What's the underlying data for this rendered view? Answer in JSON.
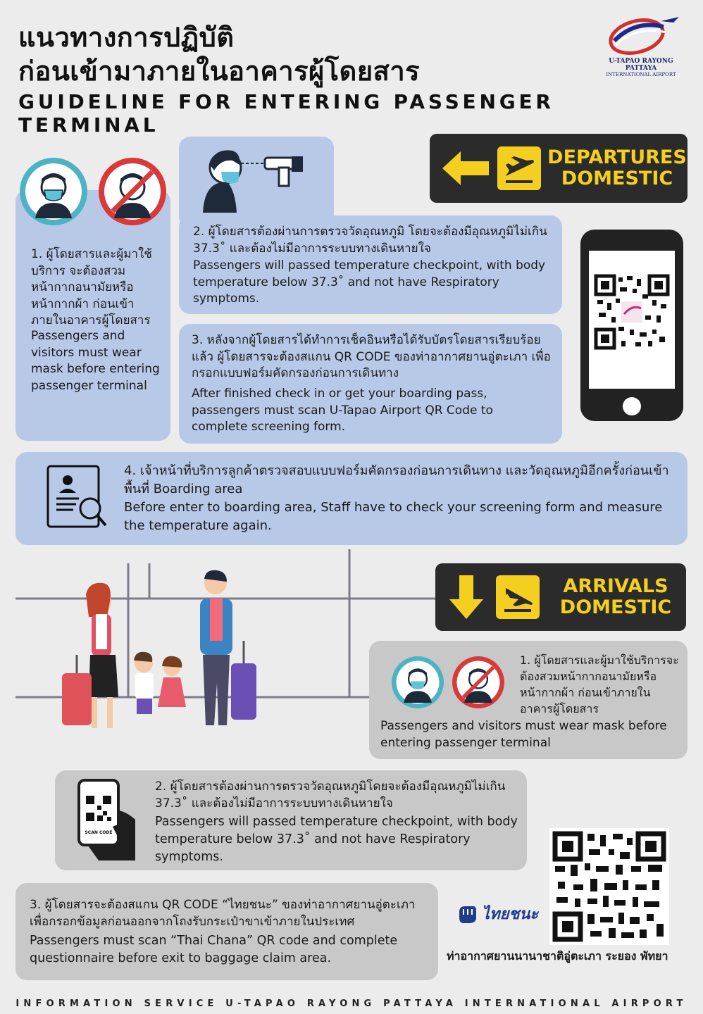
{
  "header": {
    "title_th_1": "แนวทางการปฏิบัติ",
    "title_th_2": "ก่อนเข้ามาภายในอาคารผู้โดยสาร",
    "title_en": "GUIDELINE FOR ENTERING PASSENGER TERMINAL",
    "logo_line1": "U-TAPAO RAYONG PATTAYA",
    "logo_line2": "INTERNATIONAL   AIRPORT"
  },
  "departures": {
    "sign_line1": "DEPARTURES",
    "sign_line2": "DOMESTIC",
    "step1_th": "1. ผู้โดยสารและผู้มาใช้บริการ จะต้องสวมหน้ากากอนามัยหรือหน้ากากผ้า ก่อนเข้าภายในอาคารผู้โดยสาร",
    "step1_en": "Passengers and visitors must wear mask before entering passenger terminal",
    "step2_th": "2. ผู้โดยสารต้องผ่านการตรวจวัดอุณหภูมิ โดยจะต้องมีอุณหภูมิไม่เกิน 37.3˚ และต้องไม่มีอาการระบบทางเดินหายใจ",
    "step2_en": "Passengers will passed temperature checkpoint, with body temperature below 37.3˚ and not have Respiratory symptoms.",
    "step3_th": "3. หลังจากผู้โดยสารได้ทำการเช็คอินหรือได้รับบัตรโดยสารเรียบร้อยแล้ว ผู้โดยสารจะต้องสแกน QR CODE ของท่าอากาศยานอู่ตะเภา เพื่อกรอกแบบฟอร์มคัดกรองก่อนการเดินทาง",
    "step3_en": "After finished check in or get your boarding pass, passengers must scan U-Tapao Airport QR Code to complete screening form.",
    "step4_th": "4. เจ้าหน้าที่บริการลูกค้าตรวจสอบแบบฟอร์มคัดกรองก่อนการเดินทาง และวัดอุณหภูมิอีกครั้งก่อนเข้าพื้นที่ Boarding area",
    "step4_en": "Before enter to boarding area, Staff have to check your screening form and measure the temperature again."
  },
  "arrivals": {
    "sign_line1": "ARRIVALS",
    "sign_line2": "DOMESTIC",
    "step1_th": "1. ผู้โดยสารและผู้มาใช้บริการจะต้องสวมหน้ากากอนามัยหรือหน้ากากผ้า ก่อนเข้าภายในอาคารผู้โดยสาร",
    "step1_en": "Passengers and visitors must wear mask before entering passenger terminal",
    "step2_th": "2. ผู้โดยสารต้องผ่านการตรวจวัดอุณหภูมิโดยจะต้องมีอุณหภูมิไม่เกิน 37.3˚ และต้องไม่มีอาการระบบทางเดินหายใจ",
    "step2_en": "Passengers will passed temperature checkpoint, with body temperature  below 37.3˚ and not  have Respiratory symptoms.",
    "step3_th": "3. ผู้โดยสารจะต้องสแกน QR CODE “ไทยชนะ” ของท่าอากาศยานอู่ตะเภา เพื่อกรอกข้อมูลก่อนออกจากโถงรับกระเป๋าขาเข้าภายในประเทศ",
    "step3_en": "Passengers must scan “Thai Chana” QR code and complete questionnaire before exit to baggage claim area.",
    "scan_label": "SCAN CODE",
    "thaichana_label": "ไทยชนะ",
    "airport_th": "ท่าอากาศยานนานาชาติอู่ตะเภา ระยอง พัทยา"
  },
  "footer": {
    "text": "INFORMATION SERVICE U-TAPAO RAYONG PATTAYA INTERNATIONAL AIRPORT"
  },
  "colors": {
    "sign_yellow": "#f5cf1f",
    "sign_dark": "#2b2b2b",
    "card_blue": "#b8c9e8",
    "card_gray": "#c8c8c8",
    "mask_ring": "#4cb3c4",
    "nomask_ring": "#d83a3a"
  }
}
